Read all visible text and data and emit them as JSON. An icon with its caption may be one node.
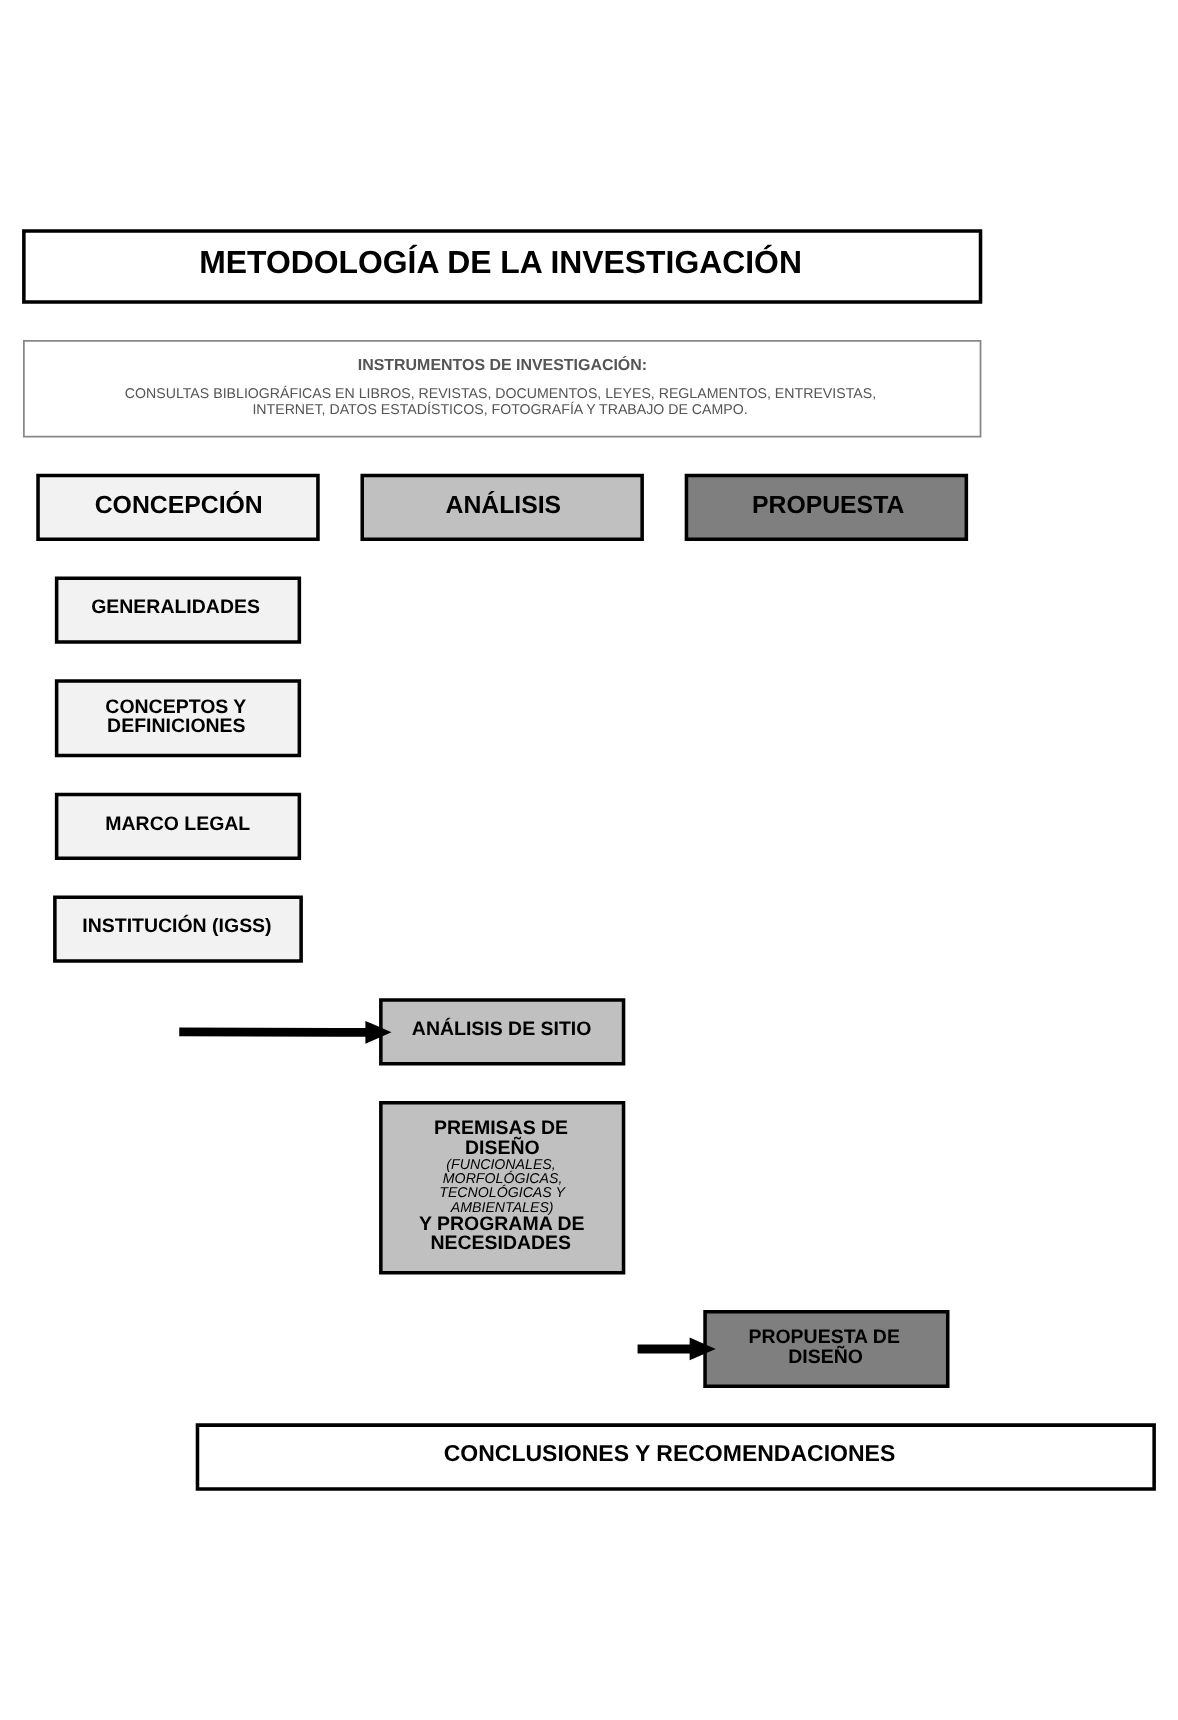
{
  "diagram": {
    "nodes": [
      {
        "text": [
          "METODOLOGÍA DE LA INVESTIGACIÓN"
        ]
      },
      {
        "text": [
          "INSTRUMENTOS DE INVESTIGACIÓN:",
          "CONSULTAS BIBLIOGRÁFICAS EN LIBROS, REVISTAS, DOCUMENTOS, LEYES, REGLAMENTOS, ENTREVISTAS, INTERNET, DATOS ESTADÍSTICOS, FOTOGRAFÍA Y TRABAJO DE CAMPO."
        ]
      },
      {
        "text": [
          "CONCEPCIÓN"
        ]
      },
      {
        "text": [
          "ANÁLISIS"
        ]
      },
      {
        "text": [
          "PROPUESTA"
        ]
      },
      {
        "text": [
          "GENERALIDADES"
        ]
      },
      {
        "text": [
          "CONCEPTOS Y DEFINICIONES"
        ]
      },
      {
        "text": [
          "MARCO LEGAL"
        ]
      },
      {
        "text": [
          "INSTITUCIÓN (IGSS)"
        ]
      },
      {
        "text": [
          "ANÁLISIS DE SITIO"
        ]
      },
      {
        "text": [
          "PREMISAS DE DISEÑO *(FUNCIONALES, MORFOLÓGICAS, TECNOLÓGICAS Y AMBIENTALES)* Y PROGRAMA DE NECESIDADES"
        ]
      },
      {
        "text": [
          "PROPUESTA DE DISEÑO"
        ]
      },
      {
        "text": [
          "CONCLUSIONES Y RECOMENDACIONES"
        ]
      }
    ],
    "edges": [
      {
        "from": null,
        "to": 9,
        "arrow": "to"
      },
      {
        "from": null,
        "to": 11,
        "arrow": "to"
      }
    ]
  }
}
